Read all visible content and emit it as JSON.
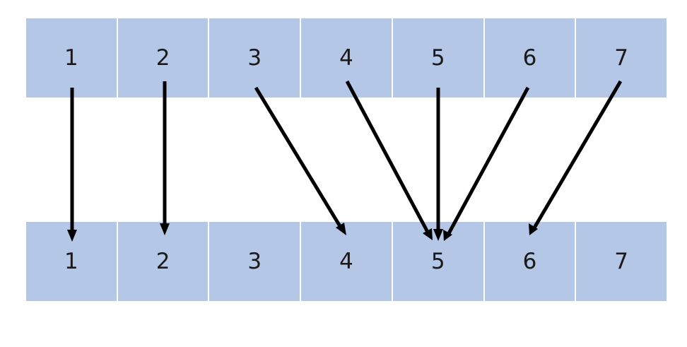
{
  "top_row": [
    "1",
    "2",
    "3",
    "4",
    "5",
    "6",
    "7"
  ],
  "bottom_row": [
    "1",
    "2",
    "3",
    "4",
    "5",
    "6",
    "7"
  ],
  "mapping": [
    {
      "from": "1",
      "to": "1"
    },
    {
      "from": "2",
      "to": "2"
    },
    {
      "from": "3",
      "to": "4"
    },
    {
      "from": "4",
      "to": "5"
    },
    {
      "from": "5",
      "to": "5"
    },
    {
      "from": "6",
      "to": "5"
    },
    {
      "from": "7",
      "to": "6"
    }
  ],
  "colors": {
    "cell_fill": "#b4c7e7",
    "arrow": "#000000"
  }
}
